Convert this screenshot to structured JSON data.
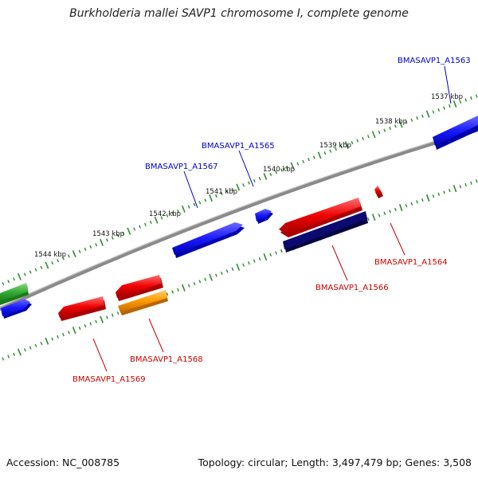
{
  "title": "Burkholderia mallei SAVP1 chromosome I, complete genome",
  "footer": {
    "accession": "Accession: NC_008785",
    "topology": "Topology: circular; Length: 3,497,479 bp; Genes: 3,508"
  },
  "scale": {
    "unit_suffix": "kbp",
    "tick_labels": [
      "1537 kbp",
      "1538 kbp",
      "1539 kbp",
      "1540 kbp",
      "1541 kbp",
      "1542 kbp",
      "1543 kbp",
      "1544 kbp"
    ]
  },
  "colors": {
    "backbone": "#808080",
    "tick": "#2e8b2e",
    "label_forward": "#0000cc",
    "label_reverse": "#cc0000",
    "gene_blue": "#1a1aff",
    "gene_red": "#ee0000",
    "gene_navy": "#0a0a70",
    "gene_orange": "#ff9900",
    "gene_green": "#33aa33"
  },
  "gene_labels": {
    "a1563": "BMASAVP1_A1563",
    "a1564": "BMASAVP1_A1564",
    "a1565": "BMASAVP1_A1565",
    "a1566": "BMASAVP1_A1566",
    "a1567": "BMASAVP1_A1567",
    "a1568": "BMASAVP1_A1568",
    "a1569": "BMASAVP1_A1569"
  }
}
